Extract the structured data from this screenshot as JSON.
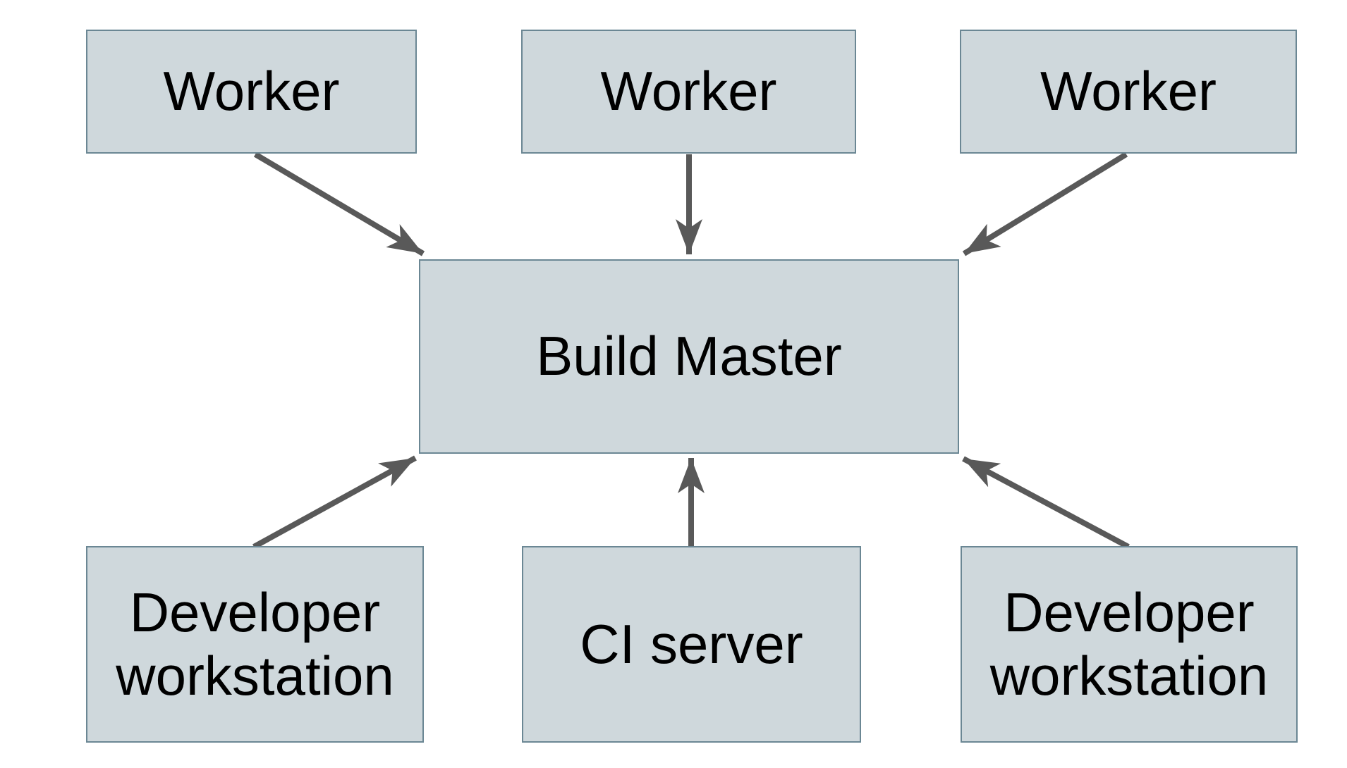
{
  "colors": {
    "background": "#ffffff",
    "node-fill": "#cfd8dc",
    "node-border": "#6b8794",
    "arrow": "#595959",
    "text": "#000000"
  },
  "diagram": {
    "type": "architecture-diagram",
    "nodes": [
      {
        "id": "worker-1",
        "label": "Worker",
        "row": "top"
      },
      {
        "id": "worker-2",
        "label": "Worker",
        "row": "top"
      },
      {
        "id": "worker-3",
        "label": "Worker",
        "row": "top"
      },
      {
        "id": "build-master",
        "label": "Build Master",
        "row": "middle"
      },
      {
        "id": "developer-workstation-1",
        "label": "Developer workstation",
        "row": "bottom"
      },
      {
        "id": "ci-server",
        "label": "CI server",
        "row": "bottom"
      },
      {
        "id": "developer-workstation-2",
        "label": "Developer workstation",
        "row": "bottom"
      }
    ],
    "edges": [
      {
        "from": "worker-1",
        "to": "build-master",
        "direction": "down-right"
      },
      {
        "from": "worker-2",
        "to": "build-master",
        "direction": "down"
      },
      {
        "from": "worker-3",
        "to": "build-master",
        "direction": "down-left"
      },
      {
        "from": "developer-workstation-1",
        "to": "build-master",
        "direction": "up-right"
      },
      {
        "from": "ci-server",
        "to": "build-master",
        "direction": "up"
      },
      {
        "from": "developer-workstation-2",
        "to": "build-master",
        "direction": "up-left"
      }
    ]
  }
}
